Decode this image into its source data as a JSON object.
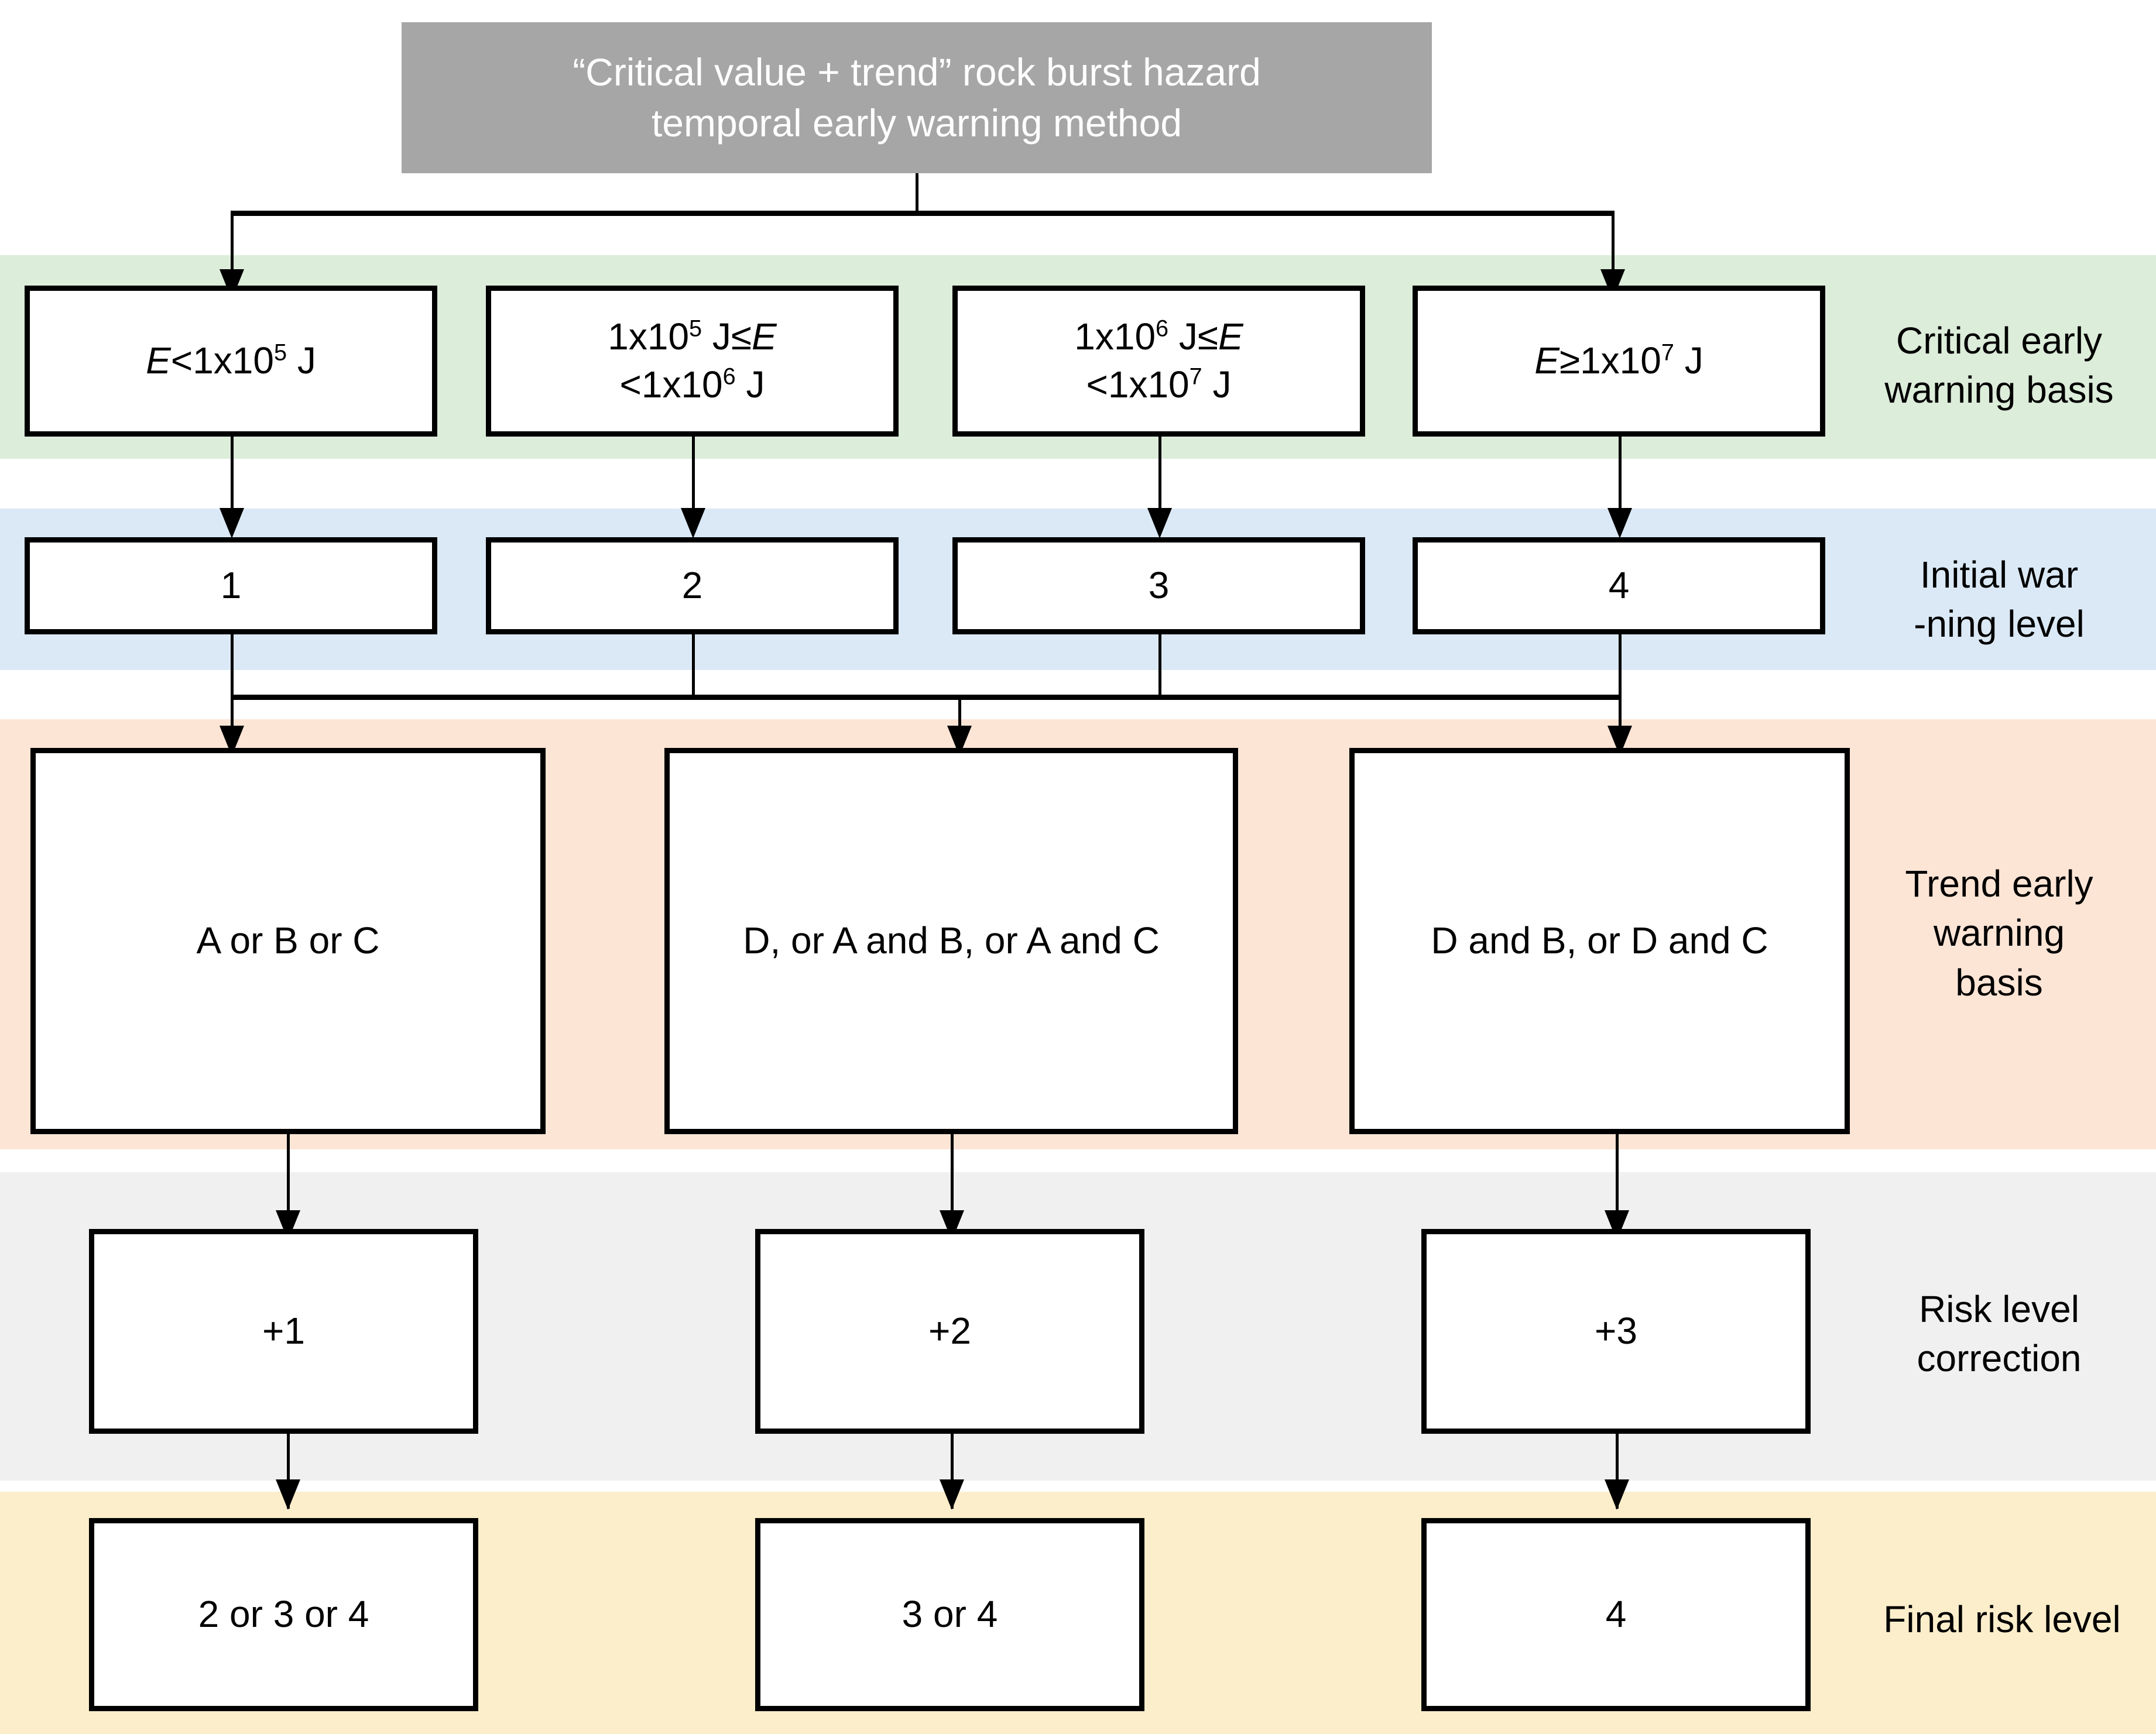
{
  "title": {
    "line1": "“Critical value  + trend” rock burst hazard",
    "line2": "temporal early warning  method"
  },
  "band_labels": {
    "critical_basis": "Critical early\nwarning basis",
    "initial_level": "Initial war\n-ning level",
    "trend_basis": "Trend  early\nwarning\nbasis",
    "risk_correction": "Risk level\ncorrection",
    "final_level": "Final risk level"
  },
  "colors": {
    "title_fill": "#a6a6a6",
    "band_green": "#dcedda",
    "band_blue": "#dbe9f6",
    "band_peach": "#fde5d6",
    "band_gray": "#f0f0f0",
    "band_yellow": "#fceecb",
    "box_border": "#000000",
    "box_fill": "#ffffff"
  },
  "row_critical": [
    {
      "id": "crit-1",
      "text_html": "<i>E</i>&lt;1x10<sup>5</sup> J"
    },
    {
      "id": "crit-2",
      "text_html": "1x10<sup>5</sup> J≤<i>E</i><br>&lt;1x10<sup>6</sup> J"
    },
    {
      "id": "crit-3",
      "text_html": "1x10<sup>6</sup> J≤<i>E</i><br>&lt;1x10<sup>7</sup> J"
    },
    {
      "id": "crit-4",
      "text_html": "<i>E</i>≥1x10<sup>7</sup> J"
    }
  ],
  "row_initial_level": [
    {
      "id": "lvl-1",
      "text": "1"
    },
    {
      "id": "lvl-2",
      "text": "2"
    },
    {
      "id": "lvl-3",
      "text": "3"
    },
    {
      "id": "lvl-4",
      "text": "4"
    }
  ],
  "row_trend_basis": [
    {
      "id": "trend-1",
      "text": "A or B or C"
    },
    {
      "id": "trend-2",
      "text": "D, or A and B, or A and C"
    },
    {
      "id": "trend-3",
      "text": "D and B, or D and C"
    }
  ],
  "row_risk_correction": [
    {
      "id": "corr-1",
      "text": "+1"
    },
    {
      "id": "corr-2",
      "text": "+2"
    },
    {
      "id": "corr-3",
      "text": "+3"
    }
  ],
  "row_final_level": [
    {
      "id": "final-1",
      "text": "2 or 3 or 4"
    },
    {
      "id": "final-2",
      "text": "3 or 4"
    },
    {
      "id": "final-3",
      "text": "4"
    }
  ]
}
